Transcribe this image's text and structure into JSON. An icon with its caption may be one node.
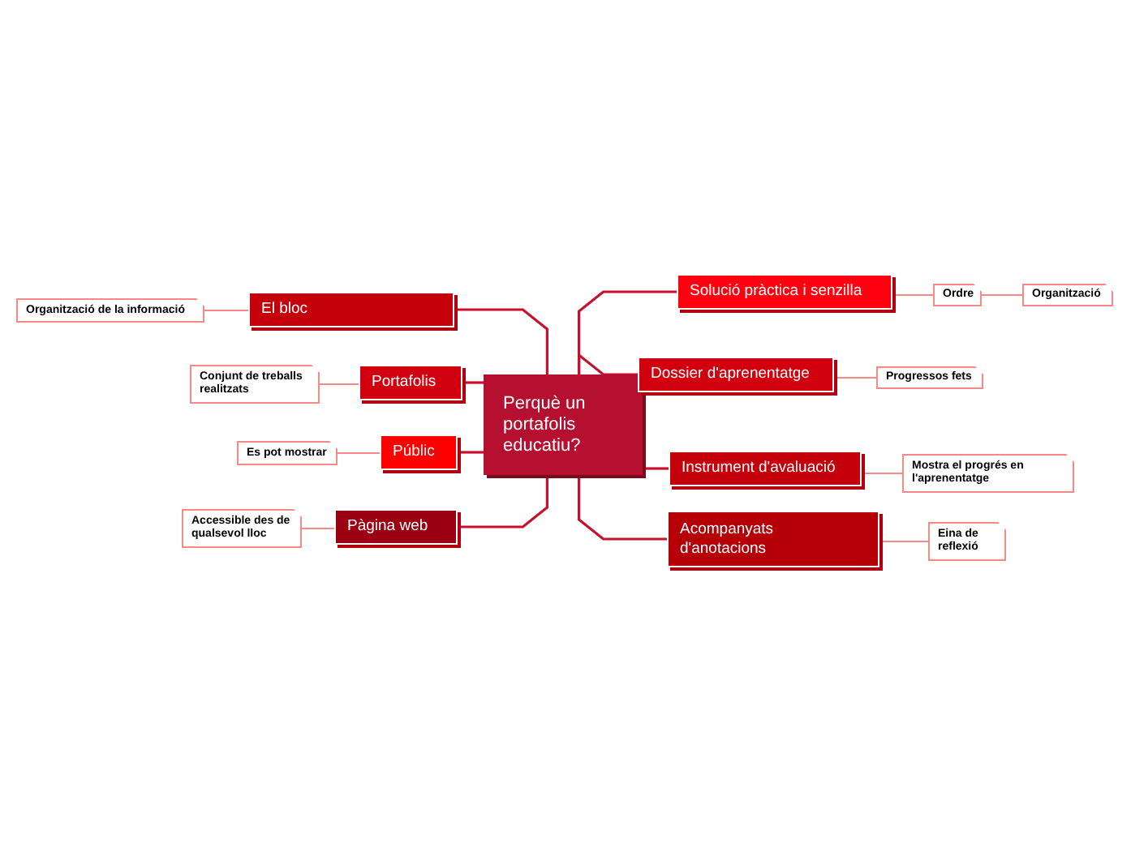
{
  "diagram": {
    "nodes": [
      {
        "text": [
          "Perquè un portafolis educatiu?"
        ]
      },
      {
        "text": [
          "El bloc"
        ]
      },
      {
        "text": [
          "Portafolis"
        ]
      },
      {
        "text": [
          "Públic"
        ]
      },
      {
        "text": [
          "Pàgina web"
        ]
      },
      {
        "text": [
          "Solució pràctica i senzilla"
        ]
      },
      {
        "text": [
          "Dossier d'aprenentatge"
        ]
      },
      {
        "text": [
          "Instrument d'avaluació"
        ]
      },
      {
        "text": [
          "Acompanyats d'anotacions"
        ]
      },
      {
        "text": [
          "Organització de la informació"
        ]
      },
      {
        "text": [
          "Conjunt de treballs realitzats"
        ]
      },
      {
        "text": [
          "Es pot mostrar"
        ]
      },
      {
        "text": [
          "Accessible des de qualsevol lloc"
        ]
      },
      {
        "text": [
          "Ordre"
        ]
      },
      {
        "text": [
          "Organització"
        ]
      },
      {
        "text": [
          "Progressos fets"
        ]
      },
      {
        "text": [
          "Mostra el progrés en l'aprenentatge"
        ]
      },
      {
        "text": [
          "Eina de reflexió"
        ]
      }
    ],
    "edges": [
      {
        "from": 0,
        "to": 1,
        "arrow": "none",
        "color": "#c8102e"
      },
      {
        "from": 0,
        "to": 2,
        "arrow": "none",
        "color": "#c8102e"
      },
      {
        "from": 0,
        "to": 3,
        "arrow": "none",
        "color": "#c8102e"
      },
      {
        "from": 0,
        "to": 4,
        "arrow": "none",
        "color": "#c8102e"
      },
      {
        "from": 0,
        "to": 5,
        "arrow": "none",
        "color": "#c8102e"
      },
      {
        "from": 0,
        "to": 6,
        "arrow": "none",
        "color": "#c8102e"
      },
      {
        "from": 0,
        "to": 7,
        "arrow": "none",
        "color": "#c8102e"
      },
      {
        "from": 0,
        "to": 8,
        "arrow": "none",
        "color": "#c8102e"
      },
      {
        "from": 1,
        "to": 9,
        "arrow": "none"
      },
      {
        "from": 2,
        "to": 10,
        "arrow": "none"
      },
      {
        "from": 3,
        "to": 11,
        "arrow": "none"
      },
      {
        "from": 4,
        "to": 12,
        "arrow": "none"
      },
      {
        "from": 5,
        "to": 13,
        "arrow": "none"
      },
      {
        "from": 13,
        "to": 14,
        "arrow": "none"
      },
      {
        "from": 6,
        "to": 15,
        "arrow": "none"
      },
      {
        "from": 7,
        "to": 16,
        "arrow": "none"
      },
      {
        "from": 8,
        "to": 17,
        "arrow": "none"
      }
    ]
  }
}
